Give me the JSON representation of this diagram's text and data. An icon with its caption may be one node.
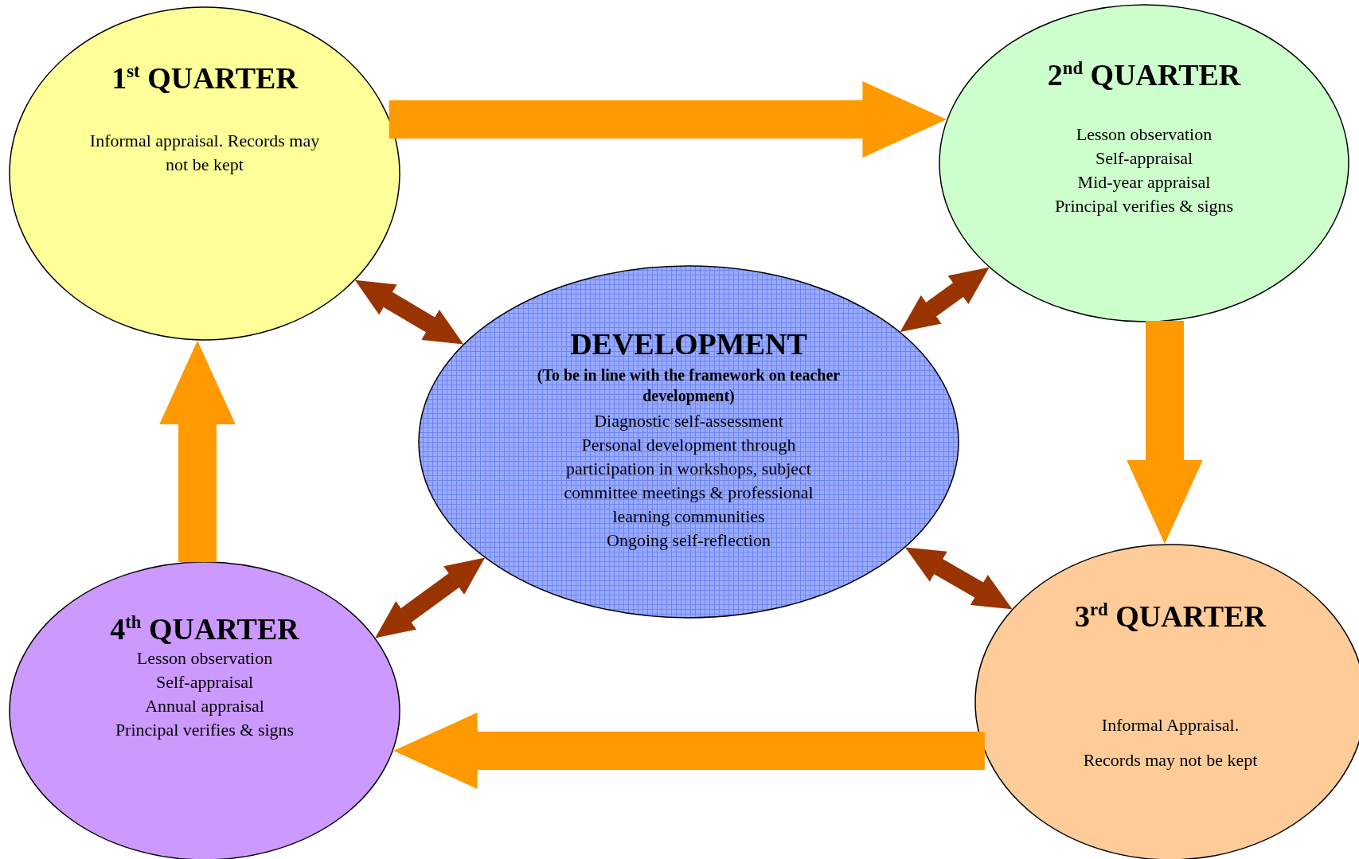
{
  "diagram": {
    "nodes": [
      {
        "text": [
          "1$^{st}$ QUARTER",
          "Informal appraisal. Records may not be kept"
        ]
      },
      {
        "text": [
          "2$^{nd}$ QUARTER",
          "Lesson observation",
          "Self-appraisal",
          "Mid-year appraisal",
          "Principal verifies & signs"
        ]
      },
      {
        "text": [
          "DEVELOPMENT",
          "(To be in line with the framework on teacher development)",
          "Diagnostic self-assessment",
          "Personal development through participation in workshops, subject committee meetings & professional learning communities",
          "Ongoing self-reflection"
        ]
      },
      {
        "text": [
          "4$^{th}$ QUARTER",
          "Lesson observation",
          "Self-appraisal",
          "Annual appraisal",
          "Principal verifies & signs"
        ]
      },
      {
        "text": [
          "3$^{rd}$ QUARTER",
          "Informal Appraisal.",
          "Records may not be kept"
        ]
      }
    ],
    "edges": [
      {
        "from": 0,
        "to": 1,
        "arrow": "to",
        "style": "thick"
      },
      {
        "from": 1,
        "to": 4,
        "arrow": "to",
        "style": "thick"
      },
      {
        "from": 4,
        "to": 3,
        "arrow": "to",
        "style": "thick"
      },
      {
        "from": 3,
        "to": 0,
        "arrow": "to",
        "style": "thick"
      },
      {
        "from": 2,
        "to": 0,
        "arrow": "both",
        "color": "#993300"
      },
      {
        "from": 2,
        "to": 1,
        "arrow": "both",
        "color": "#993300"
      },
      {
        "from": 2,
        "to": 4,
        "arrow": "both",
        "color": "#993300"
      },
      {
        "from": 2,
        "to": 3,
        "arrow": "both",
        "color": "#993300"
      }
    ]
  }
}
